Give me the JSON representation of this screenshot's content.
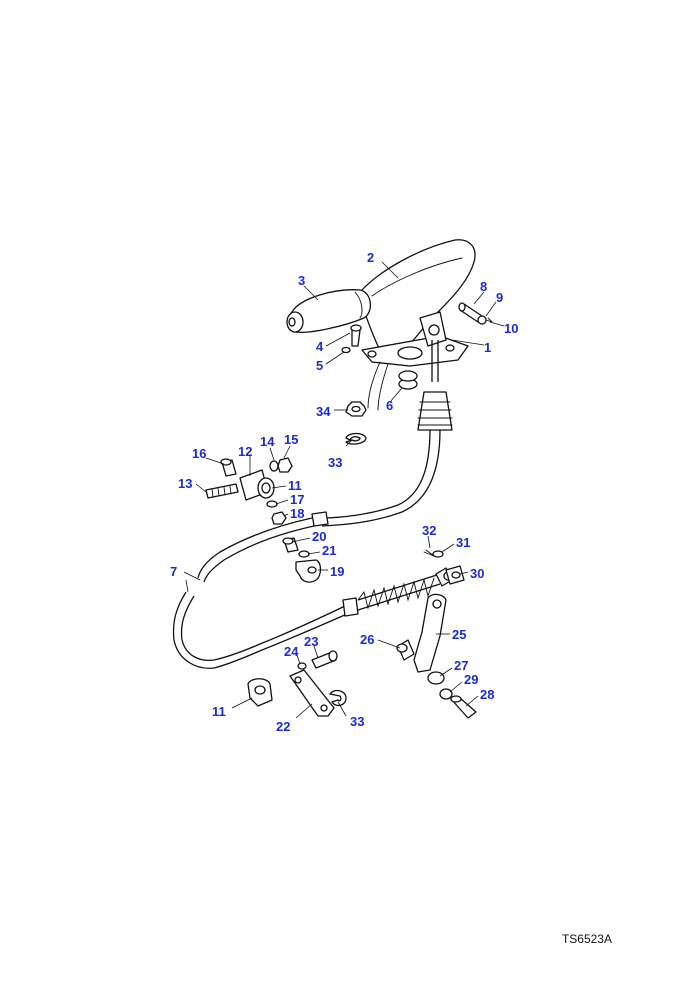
{
  "diagram": {
    "reference_code": "TS6523A",
    "callouts": [
      {
        "id": "c1",
        "label": "1"
      },
      {
        "id": "c2",
        "label": "2"
      },
      {
        "id": "c3",
        "label": "3"
      },
      {
        "id": "c4",
        "label": "4"
      },
      {
        "id": "c5",
        "label": "5"
      },
      {
        "id": "c6",
        "label": "6"
      },
      {
        "id": "c7",
        "label": "7"
      },
      {
        "id": "c8",
        "label": "8"
      },
      {
        "id": "c9",
        "label": "9"
      },
      {
        "id": "c10",
        "label": "10"
      },
      {
        "id": "c11a",
        "label": "11"
      },
      {
        "id": "c11b",
        "label": "11"
      },
      {
        "id": "c12",
        "label": "12"
      },
      {
        "id": "c13",
        "label": "13"
      },
      {
        "id": "c14",
        "label": "14"
      },
      {
        "id": "c15",
        "label": "15"
      },
      {
        "id": "c16",
        "label": "16"
      },
      {
        "id": "c17",
        "label": "17"
      },
      {
        "id": "c18",
        "label": "18"
      },
      {
        "id": "c19",
        "label": "19"
      },
      {
        "id": "c20",
        "label": "20"
      },
      {
        "id": "c21",
        "label": "21"
      },
      {
        "id": "c22",
        "label": "22"
      },
      {
        "id": "c23",
        "label": "23"
      },
      {
        "id": "c24",
        "label": "24"
      },
      {
        "id": "c25",
        "label": "25"
      },
      {
        "id": "c26",
        "label": "26"
      },
      {
        "id": "c27",
        "label": "27"
      },
      {
        "id": "c28",
        "label": "28"
      },
      {
        "id": "c29",
        "label": "29"
      },
      {
        "id": "c30",
        "label": "30"
      },
      {
        "id": "c31",
        "label": "31"
      },
      {
        "id": "c32",
        "label": "32"
      },
      {
        "id": "c33a",
        "label": "33"
      },
      {
        "id": "c33b",
        "label": "33"
      },
      {
        "id": "c34",
        "label": "34"
      }
    ]
  }
}
